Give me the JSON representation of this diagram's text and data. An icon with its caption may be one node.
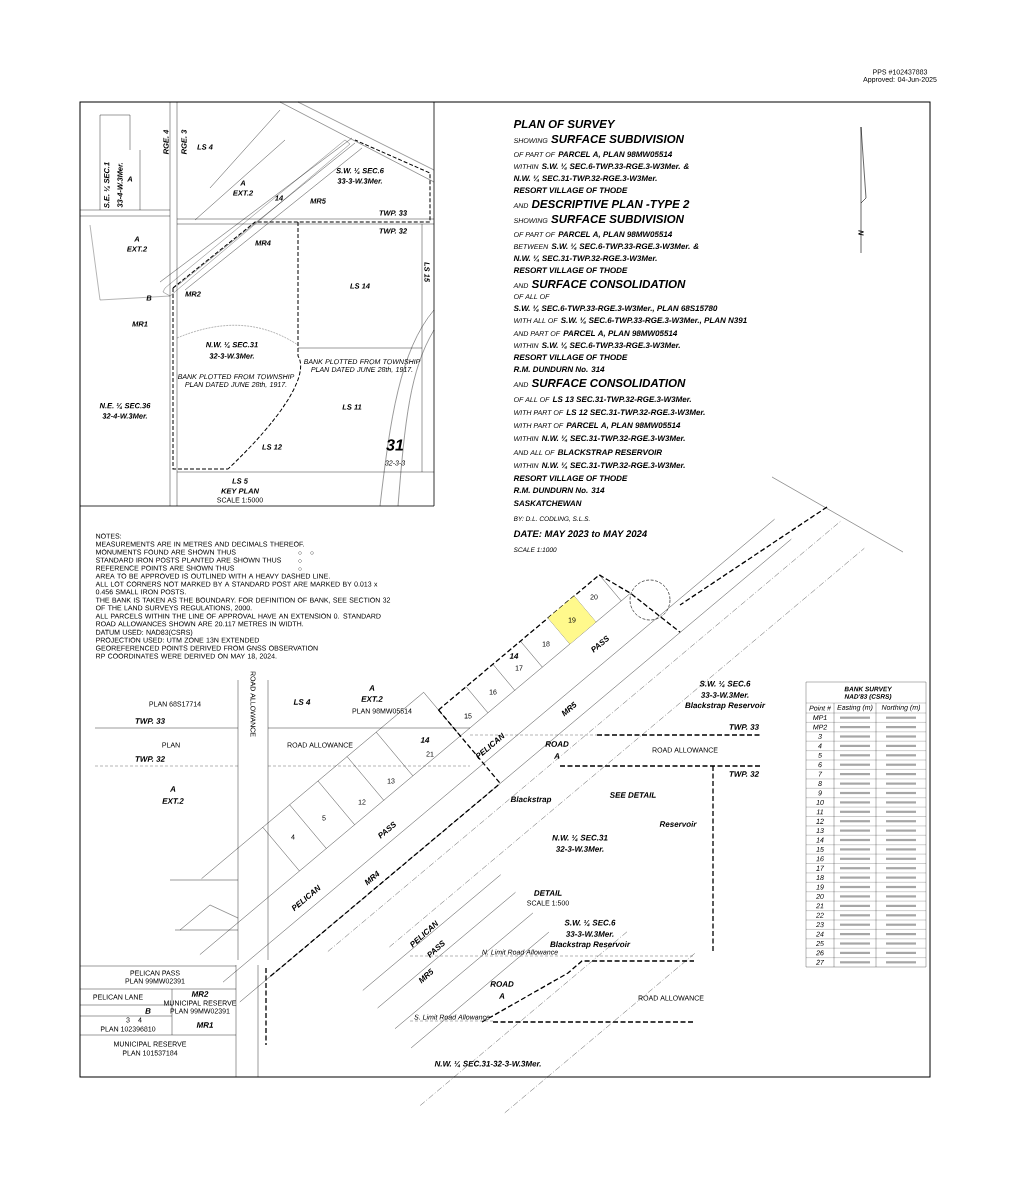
{
  "diagram": {
    "labels": [
      "PPS #102437883",
      "Approved: 04-Jun-2025",
      "RGE. 4",
      "RGE. 3",
      "LS 4",
      "S.E. ¼ SEC.1",
      "33-4-W.3Mer.",
      "A",
      "A",
      "EXT.2",
      "S.W. ¼ SEC.6",
      "33-3-W.3Mer.",
      "14",
      "MR5",
      "TWP. 33",
      "TWP. 32",
      "A",
      "EXT.2",
      "MR4",
      "LS 14",
      "B",
      "MR2",
      "MR1",
      "N.W. ¼ SEC.31",
      "32-3-W.3Mer.",
      "BANK PLOTTED FROM TOWNSHIP PLAN DATED JUNE 28th, 1917.",
      "BANK PLOTTED FROM TOWNSHIP PLAN DATED JUNE 28th, 1917.",
      "N.E. ¼ SEC.36",
      "32-4-W.3Mer.",
      "LS 11",
      "LS 12",
      "31",
      "32-3-3",
      "LS 15",
      "LS 5",
      "KEY PLAN",
      "SCALE 1:5000",
      "PLAN OF SURVEY",
      "SHOWING",
      "SURFACE SUBDIVISION",
      "OF PART OF",
      "PARCEL A, PLAN 98MW05514",
      "WITHIN",
      "S.W. ¼ SEC.6-TWP.33-RGE.3-W3Mer. &",
      "N.W. ¼ SEC.31-TWP.32-RGE.3-W3Mer.",
      "RESORT VILLAGE OF THODE",
      "AND",
      "DESCRIPTIVE PLAN -TYPE 2",
      "SHOWING",
      "SURFACE SUBDIVISION",
      "OF PART OF",
      "PARCEL A, PLAN 98MW05514",
      "BETWEEN",
      "S.W. ¼ SEC.6-TWP.33-RGE.3-W3Mer. &",
      "N.W. ¼ SEC.31-TWP.32-RGE.3-W3Mer.",
      "RESORT VILLAGE OF THODE",
      "AND",
      "SURFACE CONSOLIDATION",
      "OF ALL OF",
      "S.W. ¼ SEC.6-TWP.33-RGE.3-W3Mer., PLAN 68S15780",
      "WITH ALL OF",
      "S.W. ¼ SEC.6-TWP.33-RGE.3-W3Mer., PLAN N391",
      "AND PART OF",
      "PARCEL A, PLAN 98MW05514",
      "WITHIN",
      "S.W. ¼ SEC.6-TWP.33-RGE.3-W3Mer.",
      "RESORT VILLAGE OF THODE",
      "R.M. DUNDURN No. 314",
      "AND",
      "SURFACE CONSOLIDATION",
      "OF ALL OF",
      "LS 13 SEC.31-TWP.32-RGE.3-W3Mer.",
      "WITH PART OF",
      "LS 12 SEC.31-TWP.32-RGE.3-W3Mer.",
      "WITH PART OF",
      "PARCEL A, PLAN 98MW05514",
      "WITHIN",
      "N.W. ¼ SEC.31-TWP.32-RGE.3-W3Mer.",
      "AND ALL OF",
      "BLACKSTRAP RESERVOIR",
      "WITHIN",
      "N.W. ¼ SEC.31-TWP.32-RGE.3-W3Mer.",
      "RESORT VILLAGE OF THODE",
      "R.M. DUNDURN No. 314",
      "SASKATCHEWAN",
      "BY: D.L. CODLING, S.L.S.",
      "DATE: MAY 2023 to MAY 2024",
      "SCALE 1:1000",
      "N",
      "NOTES:",
      "MEASUREMENTS ARE IN METRES AND DECIMALS THEREOF.",
      "MONUMENTS FOUND ARE SHOWN THUS",
      "STANDARD IRON POSTS PLANTED ARE SHOWN THUS",
      "REFERENCE POINTS ARE SHOWN THUS",
      "AREA TO BE APPROVED IS OUTLINED WITH A HEAVY DASHED LINE.",
      "ALL LOT CORNERS NOT MARKED BY A STANDARD POST ARE MARKED BY 0.013 x 0.456 SMALL IRON POSTS.",
      "THE BANK IS TAKEN AS THE BOUNDARY. FOR DEFINITION OF BANK, SEE SECTION 32 OF THE LAND SURVEYS REGULATIONS, 2000.",
      "ALL PARCELS WITHIN THE LINE OF APPROVAL HAVE AN EXTENSION 0. STANDARD ROAD ALLOWANCES SHOWN ARE 20.117 METRES IN WIDTH.",
      "DATUM USED: NAD83(CSRS)",
      "PROJECTION USED: UTM ZONE 13N EXTENDED",
      "GEOREFERENCED POINTS DERIVED FROM GNSS OBSERVATION",
      "RP COORDINATES WERE DERIVED ON MAY 18, 2024.",
      "PLAN 68S17714",
      "LS 4",
      "A",
      "EXT.2",
      "PLAN 98MW05514",
      "TWP. 33",
      "PLAN",
      "ROAD ALLOWANCE",
      "ROAD ALLOWANCE",
      "TWP. 32",
      "A",
      "EXT.2",
      "14",
      "21",
      "13",
      "12",
      "5",
      "4",
      "15",
      "16",
      "17",
      "14",
      "18",
      "19",
      "20",
      "PASS",
      "MR5",
      "PELICAN",
      "ROAD",
      "A",
      "S.W. ¼ SEC.6",
      "33-3-W.3Mer.",
      "Blackstrap Reservoir",
      "TWP. 33",
      "ROAD ALLOWANCE",
      "TWP. 32",
      "Blackstrap",
      "SEE DETAIL",
      "Reservoir",
      "N.W. ¼ SEC.31",
      "32-3-W.3Mer.",
      "PASS",
      "MR4",
      "PELICAN",
      "DETAIL",
      "SCALE 1:500",
      "PELICAN",
      "PASS",
      "MR5",
      "ROAD",
      "A",
      "S.W. ¼ SEC.6",
      "33-3-W.3Mer.",
      "Blackstrap Reservoir",
      "ROAD ALLOWANCE",
      "N. Limit Road Allowance",
      "S. Limit Road Allowance",
      "N.W. ¼ SEC.31-32-3-W.3Mer.",
      "PELICAN PASS",
      "PLAN 99MW02391",
      "PELICAN LANE",
      "B",
      "3",
      "4",
      "PLAN 102396810",
      "MR2",
      "MUNICIPAL RESERVE",
      "PLAN 99MW02391",
      "MR1",
      "MUNICIPAL RESERVE",
      "PLAN 101537184",
      "BANK SURVEY",
      "NAD'83 (CSRS)",
      "Point #",
      "Easting (m)",
      "Northing (m)",
      "MP1",
      "MP2",
      "3",
      "4",
      "5",
      "6",
      "7",
      "8",
      "9",
      "10",
      "11",
      "12",
      "13",
      "14",
      "15",
      "16",
      "17",
      "18",
      "19",
      "20",
      "21",
      "22",
      "23",
      "24",
      "25",
      "26",
      "27"
    ]
  }
}
